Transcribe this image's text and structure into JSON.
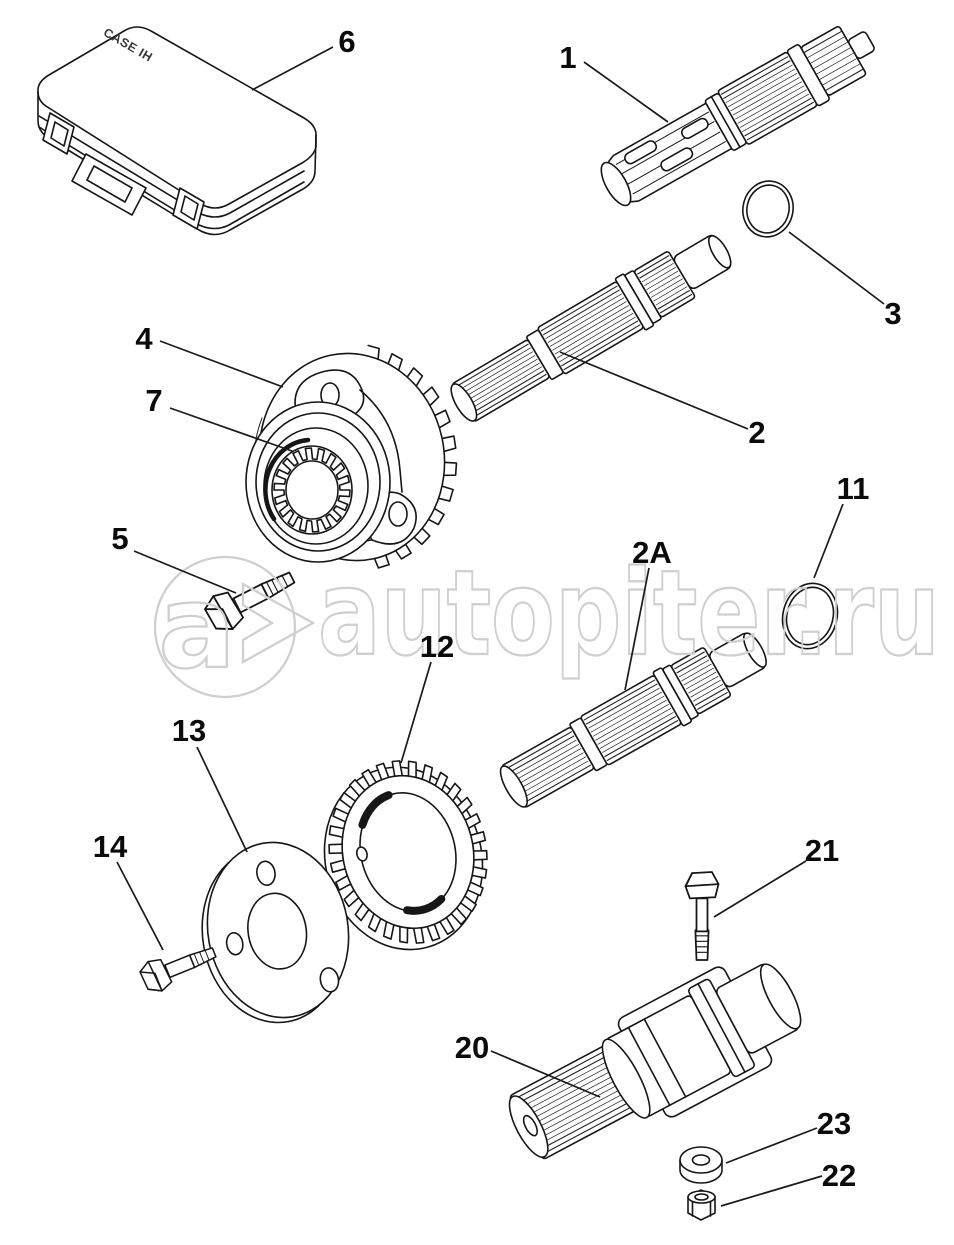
{
  "watermark": {
    "text": "autopiter.ru",
    "logo_letter": "a"
  },
  "brand": {
    "case_text": "CASE IH"
  },
  "callouts": [
    {
      "id": "1",
      "label": "1"
    },
    {
      "id": "2",
      "label": "2"
    },
    {
      "id": "2A",
      "label": "2A"
    },
    {
      "id": "3",
      "label": "3"
    },
    {
      "id": "4",
      "label": "4"
    },
    {
      "id": "5",
      "label": "5"
    },
    {
      "id": "6",
      "label": "6"
    },
    {
      "id": "7",
      "label": "7"
    },
    {
      "id": "11",
      "label": "11"
    },
    {
      "id": "12",
      "label": "12"
    },
    {
      "id": "13",
      "label": "13"
    },
    {
      "id": "14",
      "label": "14"
    },
    {
      "id": "20",
      "label": "20"
    },
    {
      "id": "21",
      "label": "21"
    },
    {
      "id": "22",
      "label": "22"
    },
    {
      "id": "23",
      "label": "23"
    }
  ]
}
